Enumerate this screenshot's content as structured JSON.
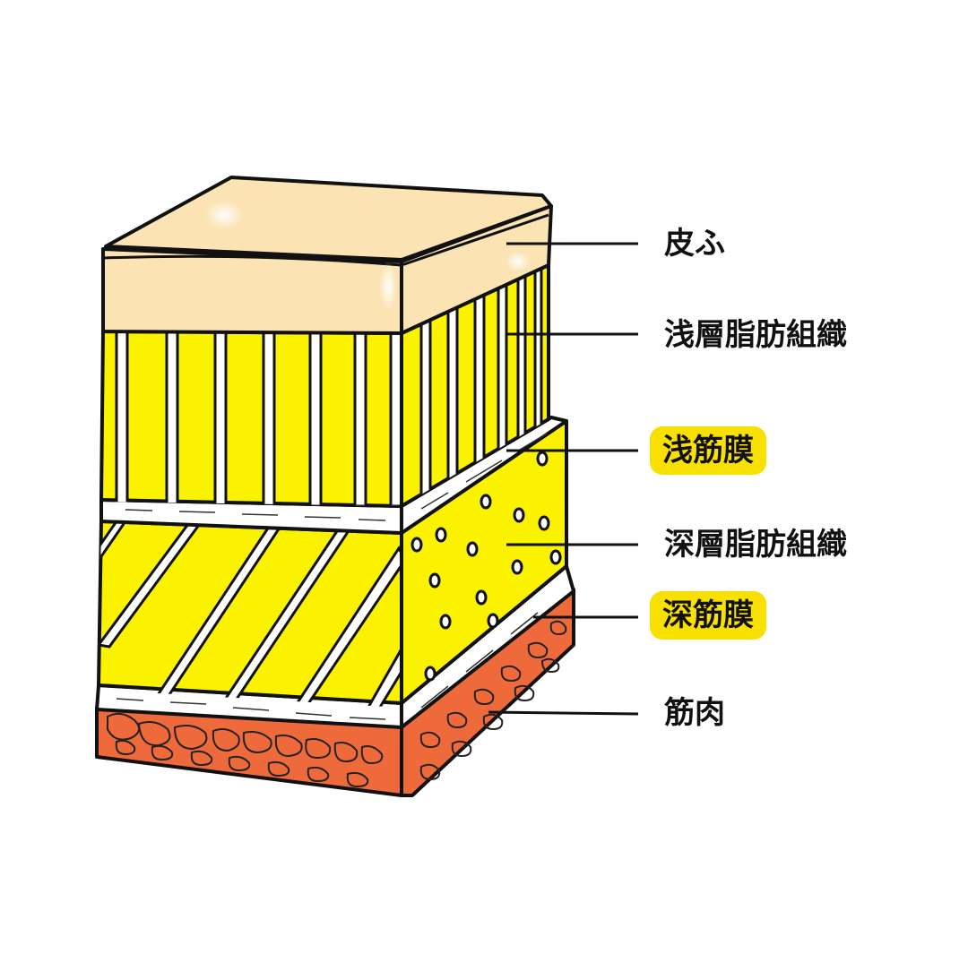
{
  "diagram": {
    "title": "",
    "colors": {
      "skin": "#fbe3b3",
      "fat": "#fbf200",
      "septa": "#ffffff",
      "fascia": "#ffffff",
      "muscle": "#ef6a3a",
      "outline": "#111111",
      "highlight": "#f8e000"
    },
    "labels": [
      {
        "id": "skin",
        "text": "皮ふ",
        "highlighted": false
      },
      {
        "id": "superficial-fat",
        "text": "浅層脂肪組織",
        "highlighted": false
      },
      {
        "id": "superficial-fascia",
        "text": "浅筋膜",
        "highlighted": true
      },
      {
        "id": "deep-fat",
        "text": "深層脂肪組織",
        "highlighted": false
      },
      {
        "id": "deep-fascia",
        "text": "深筋膜",
        "highlighted": true
      },
      {
        "id": "muscle",
        "text": "筋肉",
        "highlighted": false
      }
    ]
  }
}
